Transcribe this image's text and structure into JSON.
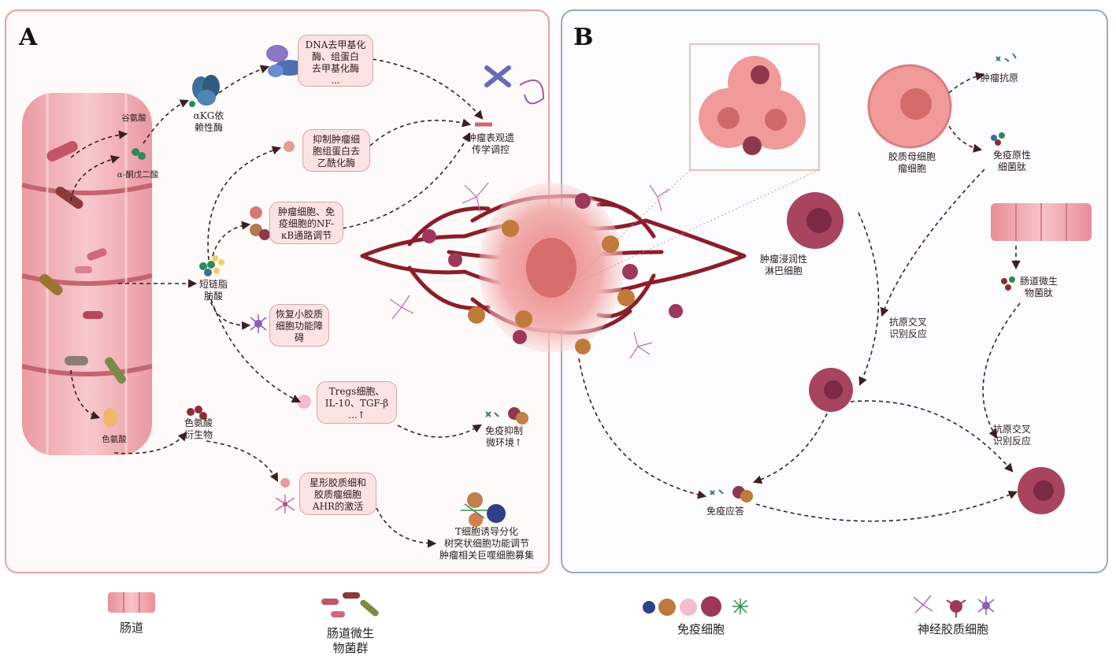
{
  "panels": {
    "a_label": "A",
    "b_label": "B"
  },
  "panel_a": {
    "gut_labels": {
      "glutamate": "谷氨酸",
      "akg": "α-酮戊二酸",
      "tryptophan": "色氨酸"
    },
    "akg_enzyme": "αKG依\n赖性酶",
    "dna_box": "DNA去甲基化\n酶、组蛋白\n去甲基化酶\n...",
    "epigenetic": "肿瘤表观遗\n传学调控",
    "hdac_box": "抑制肿瘤细\n胞组蛋白去\n乙酰化酶",
    "nfkb_box": "肿瘤细胞、免\n疫细胞的NF-\nκB通路调节",
    "scfa": "短链脂\n肪酸",
    "microglia_box": "恢复小胶质\n细胞功能障\n碍",
    "treg_box": "Tregs细胞、\nIL-10、TGF-β\n...↑",
    "immunosuppress": "免疫抑制\n微环境↑",
    "trp_metab": "色氨酸\n衍生物",
    "ahr_box": "星形胶质细和\n胶质瘤细胞\nAHR的激活",
    "tcell": "T细胞诱导分化\n树突状细胞功能调节\n肿瘤相关巨噬细胞募集"
  },
  "panel_b": {
    "glioma_cells": "胶质母细胞\n瘤细胞",
    "tumor_antigen": "肿瘤抗原",
    "immunogenic": "免疫原性\n细菌肽",
    "lymphocyte": "肿瘤浸润性\n淋巴细胞",
    "gut_peptide": "肠道微生\n物菌肽",
    "cross_1": "抗原交叉\n识别反应",
    "cross_2": "抗原交叉\n识别反应",
    "immune_response": "免疫应答"
  },
  "legend": {
    "gut": "肠道",
    "microbiota": "肠道微生\n物菌群",
    "immune": "免疫细胞",
    "glia": "神经胶质细胞"
  },
  "colors": {
    "panel_a_border": "#e8a2a2",
    "panel_b_border": "#9aa6c8",
    "gut_pink": "#f2a6ad",
    "tumor_pink": "#f0a3a3",
    "vessel_red": "#8b1e2a",
    "box_fill": "#fbe3e3"
  }
}
